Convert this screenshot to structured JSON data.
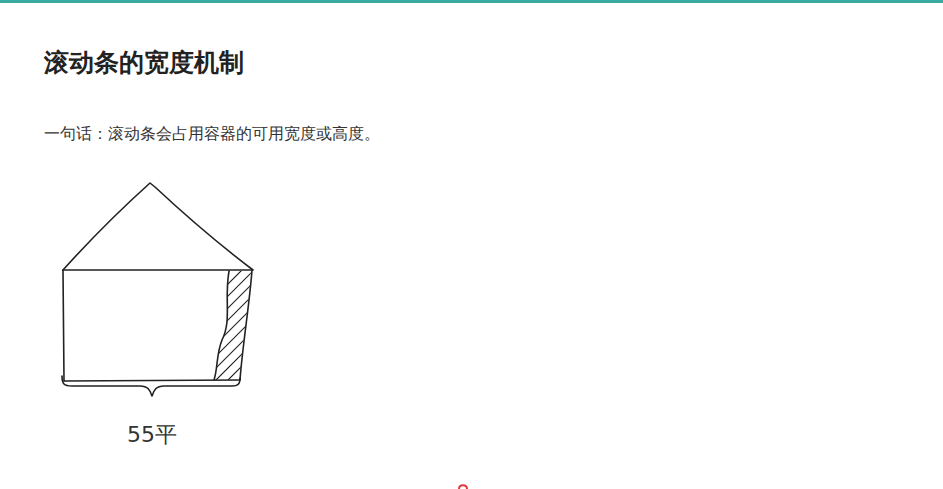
{
  "diagram": {
    "title": "滚动条的宽度机制",
    "labels": [
      "一句话：滚动条会占用容器的可用宽度或高度。",
      "55平"
    ]
  }
}
